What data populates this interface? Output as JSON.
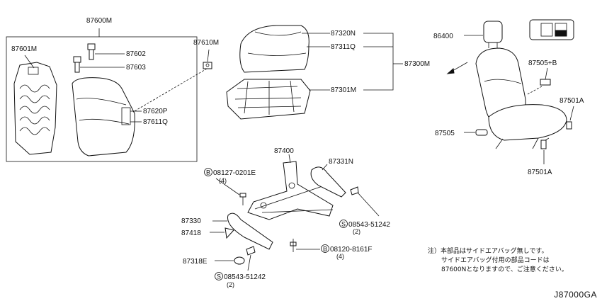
{
  "diagram_code": "J87000GA",
  "labels": {
    "p87600M": "87600M",
    "p87601M": "87601M",
    "p87602": "87602",
    "p87603": "87603",
    "p87620P": "87620P",
    "p87611Q": "87611Q",
    "p87610M": "87610M",
    "p87320N": "87320N",
    "p87311Q": "87311Q",
    "p87300M": "87300M",
    "p87301M": "87301M",
    "p86400": "86400",
    "p87505B": "87505+B",
    "p87501A_top": "87501A",
    "p87505": "87505",
    "p87501A_bot": "87501A",
    "p87400": "87400",
    "p87331N": "87331N",
    "b08127": "08127-0201E",
    "b08127_qty": "(4)",
    "p87330": "87330",
    "p87418": "87418",
    "s08543_right": "08543-51242",
    "s08543_right_qty": "(2)",
    "b08120": "08120-8161F",
    "b08120_qty": "(4)",
    "p87318E": "87318E",
    "s08543_bottom": "08543-51242",
    "s08543_bottom_qty": "(2)",
    "circle_b": "B",
    "circle_s": "S"
  },
  "note": {
    "line1": "注）本部品はサイドエアバッグ無しです。",
    "line2": "サイドエアバッグ付用の部品コードは",
    "line3": "87600Nとなりますので、ご注意ください。"
  }
}
